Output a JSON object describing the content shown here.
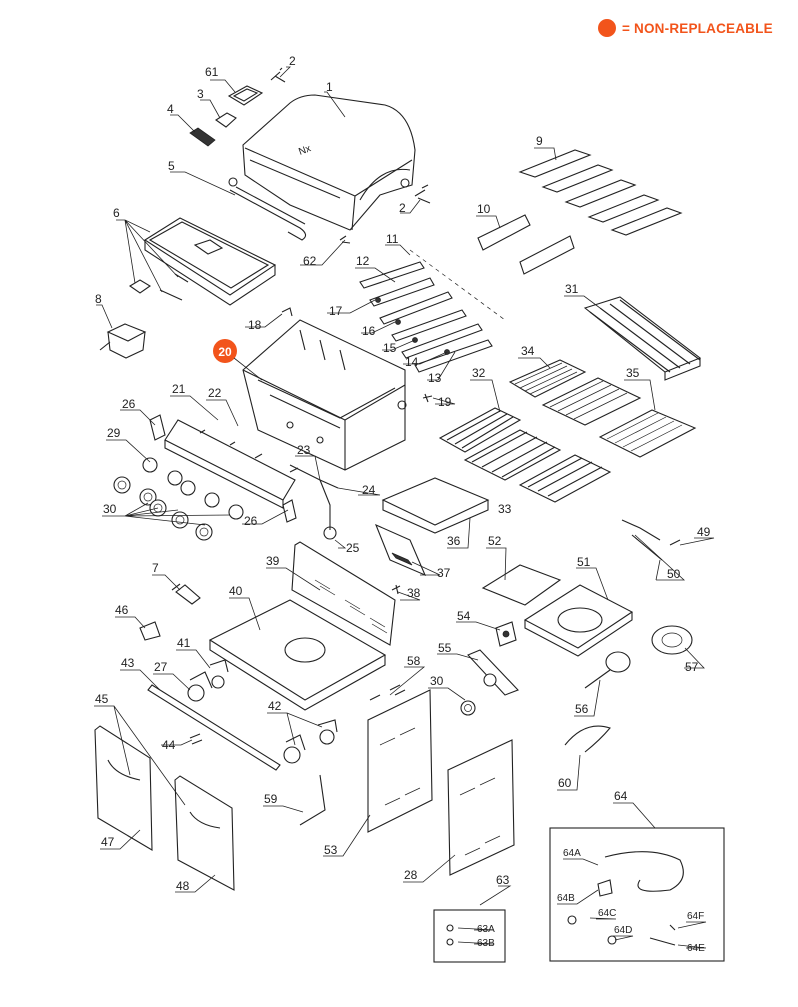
{
  "legend": {
    "symbol_color": "#f2541b",
    "text": "= NON-REPLACEABLE"
  },
  "labels": {
    "p1": "1",
    "p2a": "2",
    "p2b": "2",
    "p3": "3",
    "p4": "4",
    "p5": "5",
    "p6": "6",
    "p7": "7",
    "p8": "8",
    "p9": "9",
    "p10": "10",
    "p11": "11",
    "p12": "12",
    "p13": "13",
    "p14": "14",
    "p15": "15",
    "p16": "16",
    "p17": "17",
    "p18": "18",
    "p19": "19",
    "p20": "20",
    "p21": "21",
    "p22": "22",
    "p23": "23",
    "p24": "24",
    "p25": "25",
    "p26a": "26",
    "p26b": "26",
    "p27": "27",
    "p28": "28",
    "p29": "29",
    "p30a": "30",
    "p30b": "30",
    "p31": "31",
    "p32": "32",
    "p33": "33",
    "p34": "34",
    "p35": "35",
    "p36": "36",
    "p37": "37",
    "p38": "38",
    "p39": "39",
    "p40": "40",
    "p41": "41",
    "p42": "42",
    "p43": "43",
    "p44": "44",
    "p45": "45",
    "p46": "46",
    "p47": "47",
    "p48": "48",
    "p49": "49",
    "p50": "50",
    "p51": "51",
    "p52": "52",
    "p53": "53",
    "p54": "54",
    "p55": "55",
    "p56": "56",
    "p57": "57",
    "p58": "58",
    "p59": "59",
    "p60": "60",
    "p61": "61",
    "p62": "62",
    "p63": "63",
    "p63a": "63A",
    "p63b": "63B",
    "p64": "64",
    "p64a": "64A",
    "p64b": "64B",
    "p64c": "64C",
    "p64d": "64D",
    "p64e": "64E",
    "p64f": "64F"
  }
}
